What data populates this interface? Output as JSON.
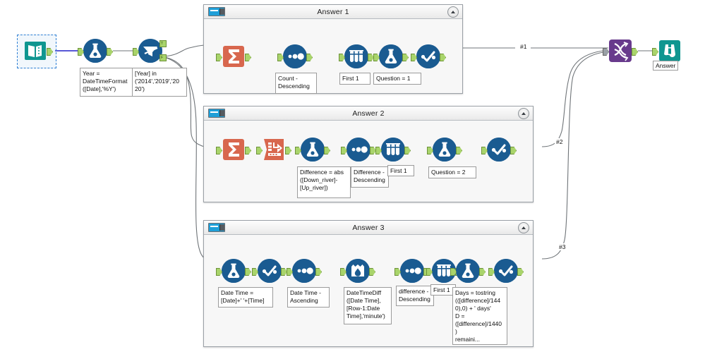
{
  "app": {
    "type": "alteryx-workflow-canvas",
    "background": "#ffffff"
  },
  "palette": {
    "tool_blue": "#1a5b91",
    "tool_salmon": "#d8674e",
    "tool_teal": "#0f9690",
    "tool_purple": "#683a8c",
    "anchor_green": "#a9d46b",
    "wire_gray": "#6f7478",
    "wire_blue": "#2020c8",
    "container_bg": "#f7f7f7",
    "container_border": "#9aa0a6",
    "selection_blue": "#2e7fd4"
  },
  "input": {
    "tool_name": "input-data-tool",
    "icon": "book-icon",
    "selected": true
  },
  "formula_year": {
    "tool_name": "formula-tool",
    "icon": "flask-icon",
    "note": "Year =\nDateTimeFormat\n([Date],'%Y')"
  },
  "filter_year": {
    "tool_name": "filter-tool",
    "icon": "funnel-filter-icon",
    "note": "[Year] in\n('2014','2019','20\n20')",
    "outputs": [
      {
        "label": "T",
        "name": "true-output-anchor"
      },
      {
        "label": "F",
        "name": "false-output-anchor"
      }
    ]
  },
  "containers": [
    {
      "title": "Answer 1",
      "toggle_icon": "container-enable-toggle",
      "collapse_icon": "chevron-up-icon",
      "tools": [
        {
          "name": "summarize-tool",
          "icon": "sigma-icon",
          "shape": "square",
          "color": "salmon",
          "note": null
        },
        {
          "name": "sort-tool",
          "icon": "sort-dots-icon",
          "shape": "round",
          "color": "blue",
          "note": "Count -\nDescending"
        },
        {
          "name": "sample-tool",
          "icon": "test-tubes-icon",
          "shape": "round",
          "color": "blue",
          "note": "First 1"
        },
        {
          "name": "formula-tool",
          "icon": "flask-icon",
          "shape": "round",
          "color": "blue",
          "note": "Question = 1"
        },
        {
          "name": "select-tool",
          "icon": "check-dots-icon",
          "shape": "round",
          "color": "blue",
          "note": null
        }
      ]
    },
    {
      "title": "Answer 2",
      "toggle_icon": "container-enable-toggle",
      "collapse_icon": "chevron-up-icon",
      "tools": [
        {
          "name": "summarize-tool",
          "icon": "sigma-icon",
          "shape": "square",
          "color": "salmon",
          "note": null
        },
        {
          "name": "crosstab-tool",
          "icon": "crosstab-icon",
          "shape": "square",
          "color": "salmon",
          "note": null
        },
        {
          "name": "formula-tool",
          "icon": "flask-icon",
          "shape": "round",
          "color": "blue",
          "note": "Difference = abs\n([Down_river]-\n[Up_river])"
        },
        {
          "name": "sort-tool",
          "icon": "sort-dots-icon",
          "shape": "round",
          "color": "blue",
          "note": "Difference -\nDescending"
        },
        {
          "name": "sample-tool",
          "icon": "test-tubes-icon",
          "shape": "round",
          "color": "blue",
          "note": "First 1"
        },
        {
          "name": "formula-tool",
          "icon": "flask-icon",
          "shape": "round",
          "color": "blue",
          "note": "Question = 2"
        },
        {
          "name": "select-tool",
          "icon": "check-dots-icon",
          "shape": "round",
          "color": "blue",
          "note": null
        }
      ]
    },
    {
      "title": "Answer 3",
      "toggle_icon": "container-enable-toggle",
      "collapse_icon": "chevron-up-icon",
      "tools": [
        {
          "name": "formula-tool",
          "icon": "flask-icon",
          "shape": "round",
          "color": "blue",
          "note": "Date Time =\n[Date]+' '+[Time]"
        },
        {
          "name": "select-tool",
          "icon": "check-dots-icon",
          "shape": "round",
          "color": "blue",
          "note": null
        },
        {
          "name": "sort-tool",
          "icon": "sort-dots-icon",
          "shape": "round",
          "color": "blue",
          "note": "Date Time -\nAscending"
        },
        {
          "name": "multi-row-formula-tool",
          "icon": "multi-row-formula-icon",
          "shape": "round",
          "color": "blue",
          "note": "DateTimeDiff\n([Date Time],\n[Row-1:Date\nTime],'minute')"
        },
        {
          "name": "sort-tool",
          "icon": "sort-dots-icon",
          "shape": "round",
          "color": "blue",
          "note": "difference -\nDescending"
        },
        {
          "name": "sample-tool",
          "icon": "test-tubes-icon",
          "shape": "round",
          "color": "blue",
          "note": "First 1"
        },
        {
          "name": "formula-tool",
          "icon": "flask-icon",
          "shape": "round",
          "color": "blue",
          "note": "Days = tostring\n(([difference]/144\n0),0) + ' days'\nD =\n([difference]/1440\n)\nremaini..."
        },
        {
          "name": "select-tool",
          "icon": "check-dots-icon",
          "shape": "round",
          "color": "blue",
          "note": null
        }
      ]
    }
  ],
  "connection_labels": [
    {
      "text": "#1",
      "name": "union-input-label-1"
    },
    {
      "text": "#2",
      "name": "union-input-label-2"
    },
    {
      "text": "#3",
      "name": "union-input-label-3"
    }
  ],
  "union": {
    "tool_name": "union-tool",
    "icon": "union-helix-icon",
    "color": "#683a8c"
  },
  "browse": {
    "tool_name": "browse-tool",
    "icon": "binoculars-icon",
    "note": "Answer",
    "color": "#0f9690"
  }
}
